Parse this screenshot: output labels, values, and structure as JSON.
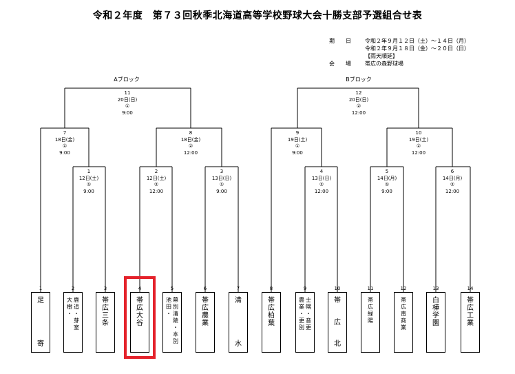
{
  "title": "令和２年度　第７３回秋季北海道高等学校野球大会十勝支部予選組合せ表",
  "info": {
    "period_label": "期　　日",
    "period_1": "令和２年９月１２日（土）～１４日（月）",
    "period_2": "令和２年９月１８日（金）～２０日（日）",
    "rain_note": "【雨天順延】",
    "venue_label": "会　　場",
    "venue": "帯広の森野球場"
  },
  "blocks": {
    "a": "Aブロック",
    "b": "Bブロック"
  },
  "matches": [
    {
      "id": "11",
      "date": "20日(日)",
      "field": "①",
      "time": "9:00"
    },
    {
      "id": "7",
      "date": "18日(金)",
      "field": "①",
      "time": "9:00"
    },
    {
      "id": "8",
      "date": "18日(金)",
      "field": "②",
      "time": "12:00"
    },
    {
      "id": "1",
      "date": "12日(土)",
      "field": "①",
      "time": "9:00"
    },
    {
      "id": "2",
      "date": "12日(土)",
      "field": "②",
      "time": "12:00"
    },
    {
      "id": "3",
      "date": "13日(日)",
      "field": "①",
      "time": "9:00"
    },
    {
      "id": "12",
      "date": "20日(日)",
      "field": "②",
      "time": "12:00"
    },
    {
      "id": "9",
      "date": "19日(土)",
      "field": "①",
      "time": "9:00"
    },
    {
      "id": "10",
      "date": "19日(土)",
      "field": "②",
      "time": "12:00"
    },
    {
      "id": "4",
      "date": "13日(日)",
      "field": "②",
      "time": "12:00"
    },
    {
      "id": "5",
      "date": "14日(月)",
      "field": "①",
      "time": "9:00"
    },
    {
      "id": "6",
      "date": "14日(月)",
      "field": "②",
      "time": "12:00"
    }
  ],
  "slots": [
    {
      "num": "1",
      "cols": [
        "足寄"
      ],
      "spread": true
    },
    {
      "num": "2",
      "cols": [
        "鹿追・芽室",
        "大樹・"
      ],
      "small": true
    },
    {
      "num": "3",
      "cols": [
        "帯広三条"
      ]
    },
    {
      "num": "4",
      "cols": [
        "帯広大谷"
      ],
      "highlight": true
    },
    {
      "num": "5",
      "cols": [
        "幕別清陵・本別",
        "池田・"
      ],
      "small": true
    },
    {
      "num": "6",
      "cols": [
        "帯広農業"
      ]
    },
    {
      "num": "7",
      "cols": [
        "清水"
      ],
      "spread": true
    },
    {
      "num": "8",
      "cols": [
        "帯広柏葉"
      ]
    },
    {
      "num": "9",
      "cols": [
        "士幌・音更",
        "農業・更別"
      ],
      "small": true
    },
    {
      "num": "10",
      "cols": [
        "帯広北"
      ],
      "spread": true
    },
    {
      "num": "11",
      "cols": [
        "帯広緑陽"
      ],
      "small": true
    },
    {
      "num": "12",
      "cols": [
        "帯広南商業"
      ],
      "small": true
    },
    {
      "num": "13",
      "cols": [
        "白樺学園"
      ]
    },
    {
      "num": "14",
      "cols": [
        "帯広工業"
      ]
    }
  ]
}
